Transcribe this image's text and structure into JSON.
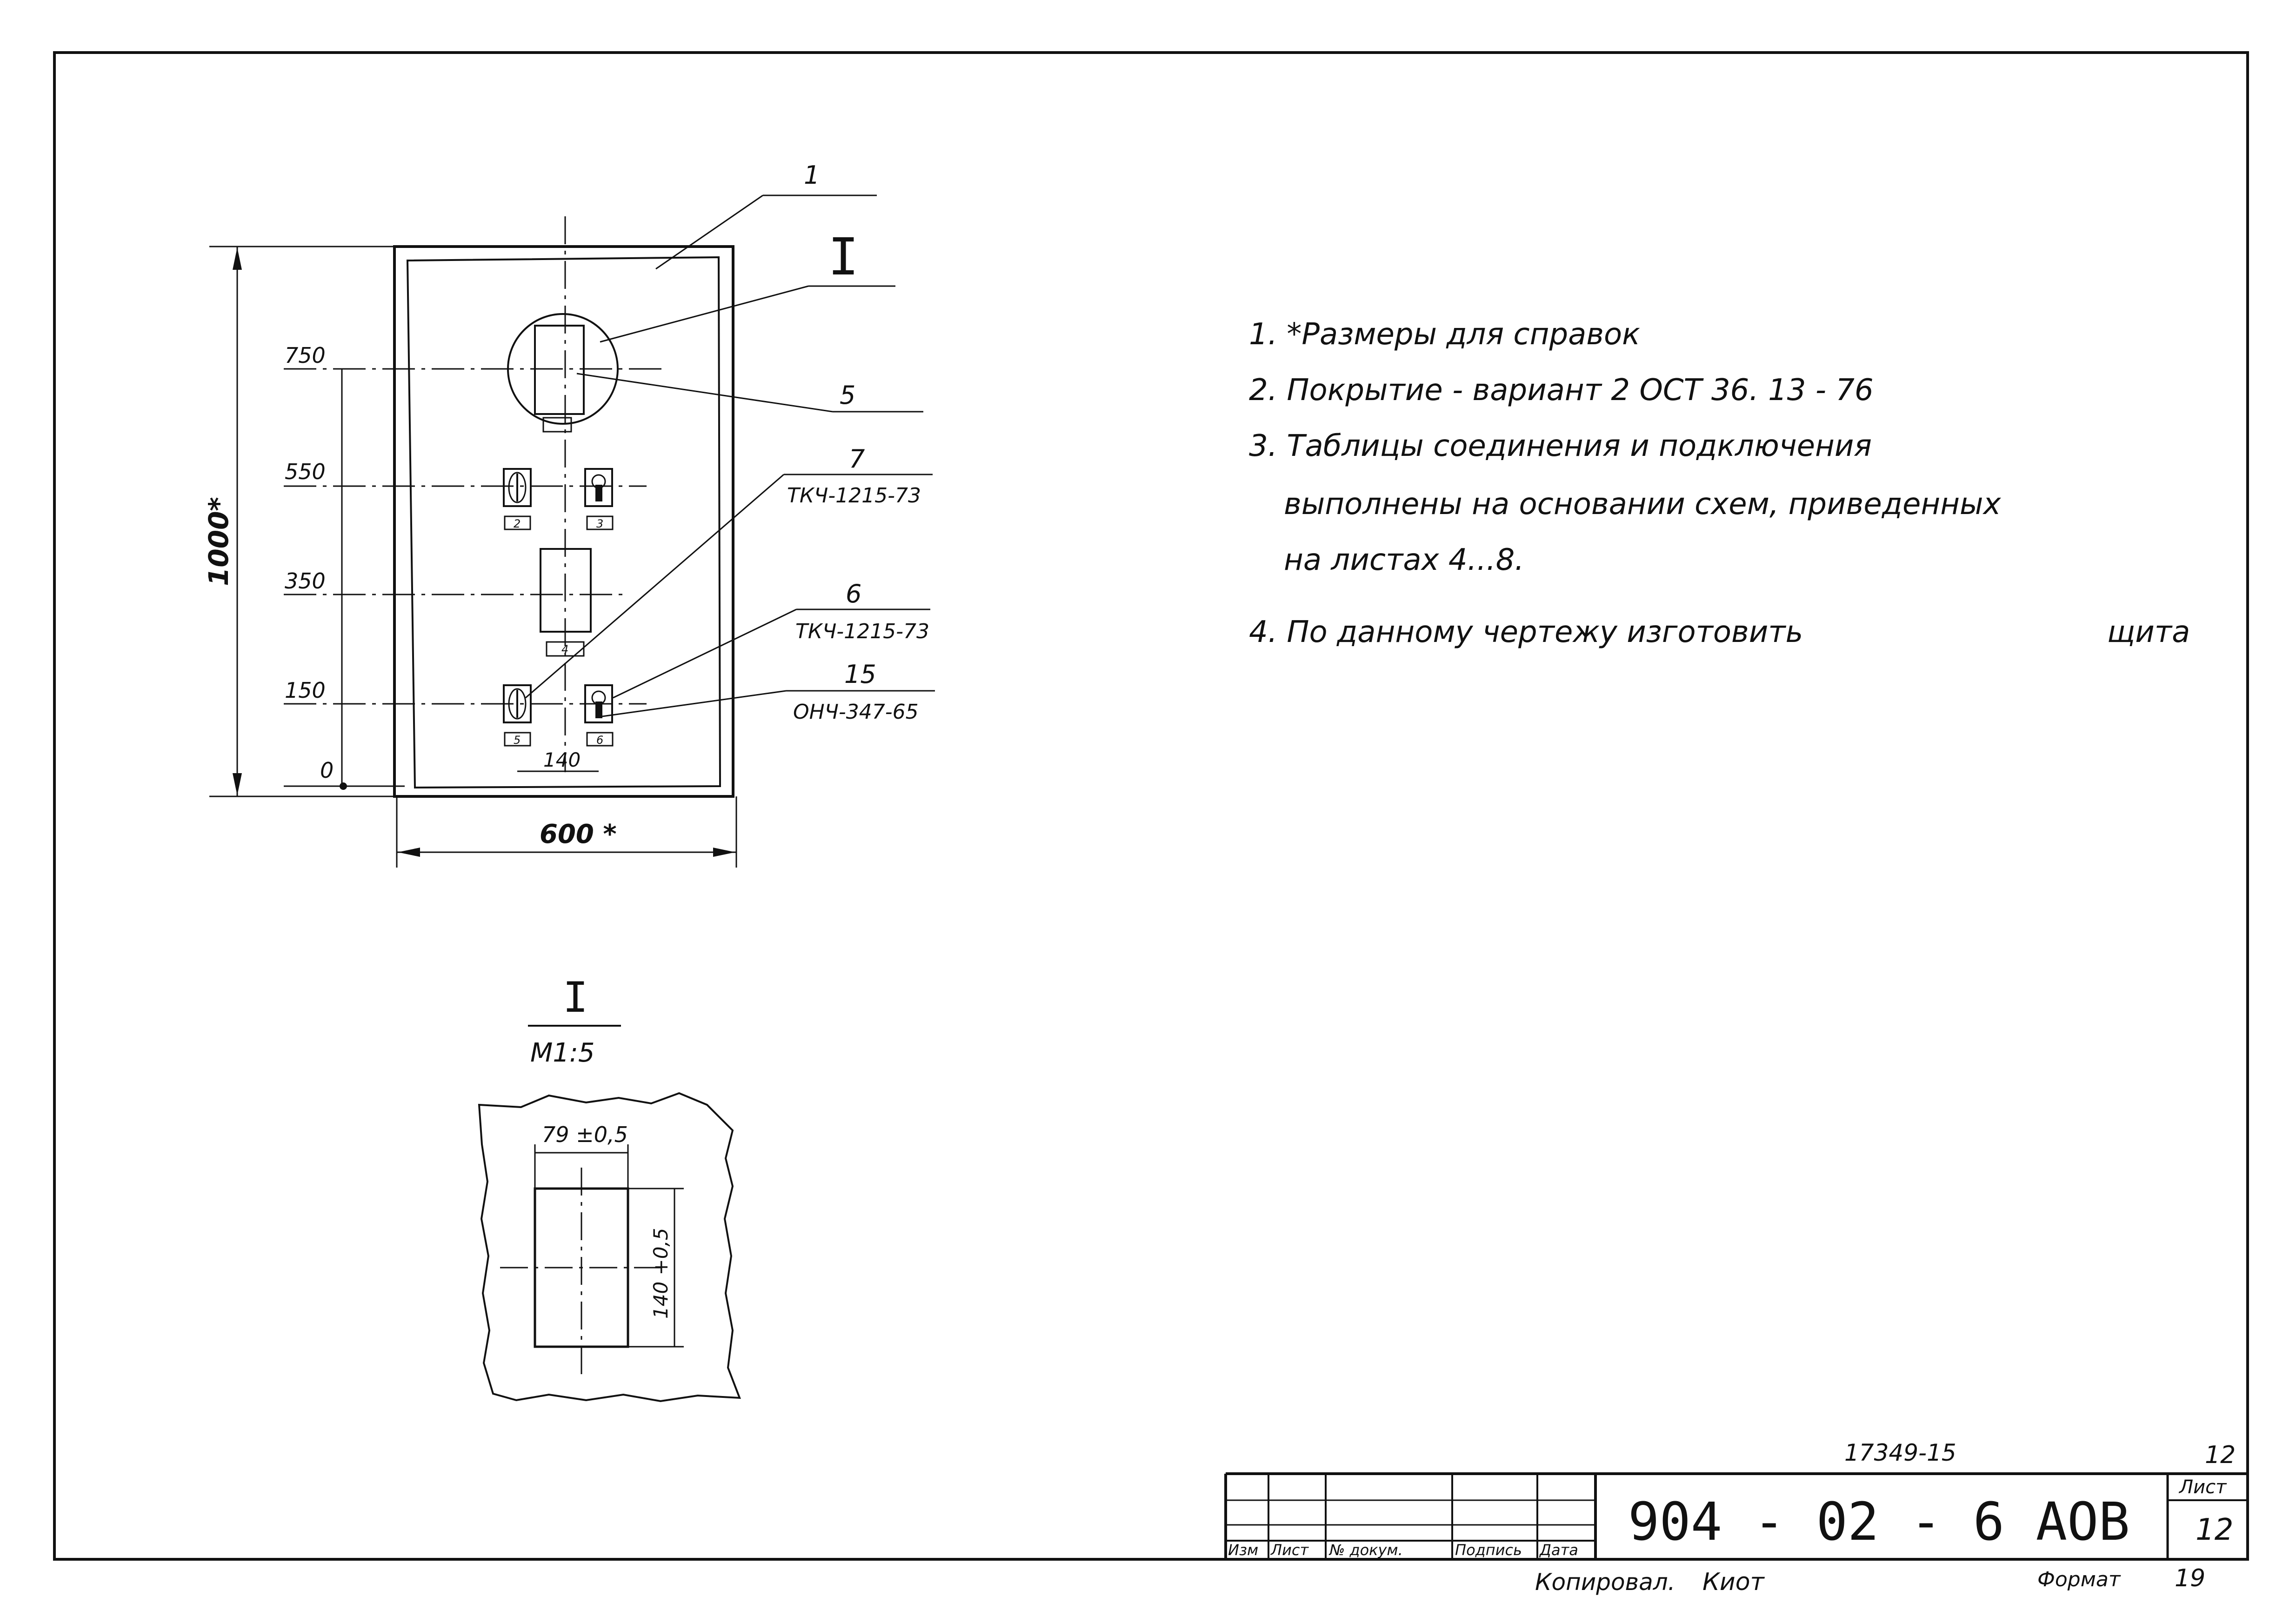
{
  "front_view": {
    "dimensions": {
      "height": "1000*",
      "width": "600 *",
      "spacing": "140",
      "levels": [
        "750",
        "550",
        "350",
        "150",
        "0"
      ]
    },
    "callouts": {
      "c1": "1",
      "section_mark": "I",
      "c5": "5",
      "c7": "7",
      "c7_ref": "ТКЧ-1215-73",
      "c6": "6",
      "c6_ref": "ТКЧ-1215-73",
      "c15": "15",
      "c15_ref": "ОНЧ-347-65"
    },
    "plate_numbers": [
      "2",
      "3",
      "4",
      "5",
      "6"
    ]
  },
  "detail": {
    "title": "I",
    "scale": "М1:5",
    "width_dim": "79 ±0,5",
    "height_dim": "140 +0,5"
  },
  "notes": [
    "1. *Размеры для справок",
    "2. Покрытие -  вариант 2   ОСТ 36. 13 - 76",
    "3. Таблицы   соединения   и подключения",
    "выполнены   на   основании   схем, приведенных",
    "на   листах  4...8."
  ],
  "note4": {
    "text": "4. По  данному   чертежу  изготовить",
    "tail": "щита"
  },
  "title_block": {
    "inventory_number": "17349-15",
    "sheet_number_top": "12",
    "designation": "904 - 02 - 6   АОВ",
    "sheet_label": "Лист",
    "sheet_number": "12",
    "headers": [
      "Изм",
      "Лист",
      "№ докум.",
      "Подпись",
      "Дата"
    ]
  },
  "footer": {
    "copied": "Копировал.",
    "signature": "Киот",
    "format_label": "Формат",
    "format_value": "19"
  }
}
